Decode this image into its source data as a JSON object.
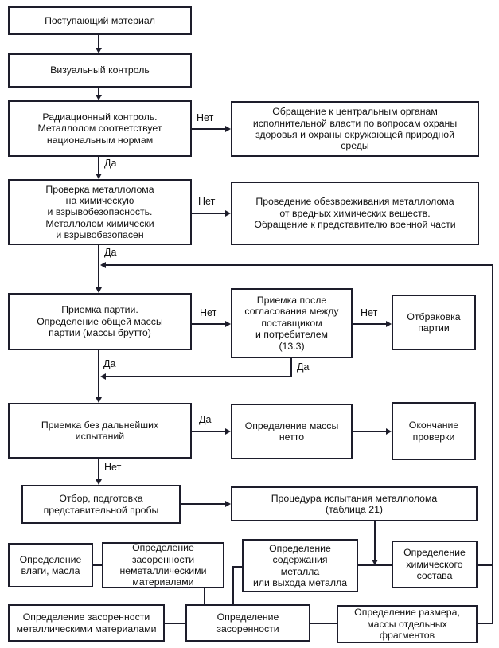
{
  "diagram": {
    "labels": {
      "yes": "Да",
      "no": "Нет"
    },
    "colors": {
      "line": "#1d1d2b",
      "background": "#ffffff",
      "text": "#111111"
    },
    "nodes": {
      "incoming_material": {
        "label": "Поступающий материал"
      },
      "visual_control": {
        "label": "Визуальный контроль"
      },
      "radiation_control": {
        "label": "Радиационный контроль.\nМеталлолом соответствует\nнациональным нормам"
      },
      "central_authorities": {
        "label": "Обращение к центральным органам\nисполнительной власти по вопросам охраны\nздоровья и охраны окружающей природной\nсреды"
      },
      "chemical_safety_check": {
        "label": "Проверка металлолома\nна химическую\nи взрывобезопасность.\nМеталлолом химически\nи взрывобезопасен"
      },
      "neutralization": {
        "label": "Проведение обезвреживания металлолома\nот вредных химических веществ.\nОбращение к представителю военной части"
      },
      "batch_acceptance": {
        "label": "Приемка партии.\nОпределение общей массы\nпартии (массы брутто)"
      },
      "acceptance_after_agreement": {
        "label": "Приемка после\nсогласования между\nпоставщиком\nи потребителем\n(13.3)"
      },
      "batch_rejection": {
        "label": "Отбраковка\nпартии"
      },
      "acceptance_without_tests": {
        "label": "Приемка без дальнейших\nиспытаний"
      },
      "net_mass": {
        "label": "Определение массы\nнетто"
      },
      "check_completion": {
        "label": "Окончание\nпроверки"
      },
      "sample_preparation": {
        "label": "Отбор, подготовка\nпредставительной пробы"
      },
      "test_procedure": {
        "label": "Процедура испытания металлолома\n(таблица 21)"
      },
      "moisture_oil": {
        "label": "Определение\nвлаги, масла"
      },
      "nonmetallic_contamination": {
        "label": "Определение\nзасоренности\nнеметаллическими\nматериалами"
      },
      "metal_content": {
        "label": "Определение\nсодержания\nметалла\nили выхода металла"
      },
      "chemical_composition": {
        "label": "Определение\nхимического\nсостава"
      },
      "metallic_contamination": {
        "label": "Определение засоренности\nметаллическими материалами"
      },
      "contamination": {
        "label": "Определение\nзасоренности"
      },
      "fragment_size": {
        "label": "Определение размера,\nмассы отдельных\nфрагментов"
      }
    }
  }
}
